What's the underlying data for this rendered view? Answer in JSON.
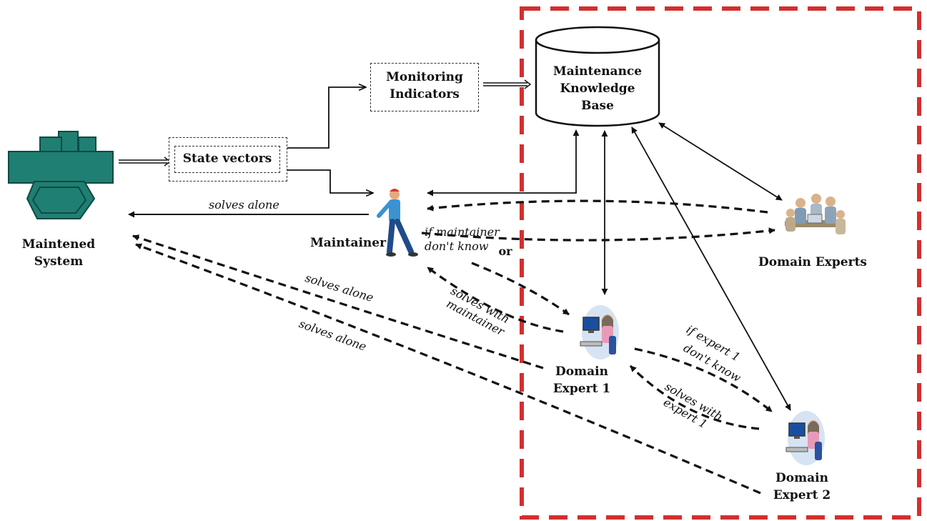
{
  "nodes": {
    "maintained_system": "Maintened System",
    "state_vectors": "State vectors",
    "monitoring_indicators": "Monitoring Indicators",
    "knowledge_base": "Maintenance Knowledge Base",
    "maintainer": "Maintainer",
    "domain_experts": "Domain Experts",
    "domain_expert_1": "Domain Expert 1",
    "domain_expert_2": "Domain Expert 2"
  },
  "edge_labels": {
    "maintainer_solves_alone": "solves alone",
    "expert1_solves_alone": "solves alone",
    "expert2_solves_alone": "solves alone",
    "if_maintainer_dont_know_1": "if maintainer",
    "if_maintainer_dont_know_2": "don't know",
    "or": "or",
    "solves_with_maintainer_1": "solves with",
    "solves_with_maintainer_2": "maintainer",
    "if_expert1_dont_know_1": "if expert 1",
    "if_expert1_dont_know_2": "don't know",
    "solves_with_expert1_1": "solves with",
    "solves_with_expert1_2": "expert 1"
  },
  "colors": {
    "machine": "#1f7f72",
    "machine_dark": "#0f4a42",
    "boundary": "#d32f2f",
    "line": "#111111"
  },
  "icons": {
    "maintained_system": "cnc-machine-icon",
    "maintainer": "walking-worker-icon",
    "domain_experts": "expert-group-icon",
    "domain_expert_1": "computer-user-icon",
    "domain_expert_2": "computer-user-icon"
  }
}
